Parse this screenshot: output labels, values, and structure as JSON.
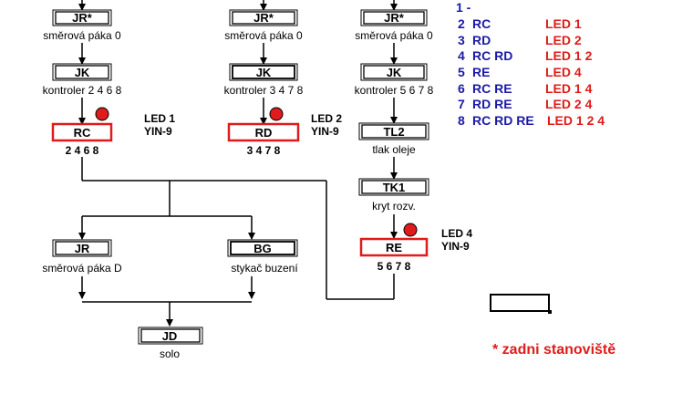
{
  "colors": {
    "red": "#e01b1b",
    "blue": "#1a1aa6",
    "line": "#000000"
  },
  "nodes": {
    "jr1": {
      "label": "JR*",
      "caption": "směrová páka 0"
    },
    "jr2": {
      "label": "JR*",
      "caption": "směrová páka 0"
    },
    "jr3": {
      "label": "JR*",
      "caption": "směrová páka 0"
    },
    "jk1": {
      "label": "JK",
      "caption": "kontroler 2 4 6 8"
    },
    "jk2": {
      "label": "JK",
      "caption": "kontroler 3 4 7 8"
    },
    "jk3": {
      "label": "JK",
      "caption": "kontroler 5 6 7 8"
    },
    "rc": {
      "label": "RC",
      "caption": "2 4 6 8",
      "led": "LED 1",
      "yin": "YIN-9"
    },
    "rd": {
      "label": "RD",
      "caption": "3 4 7 8",
      "led": "LED 2",
      "yin": "YIN-9"
    },
    "tl2": {
      "label": "TL2",
      "caption": "tlak oleje"
    },
    "tk1": {
      "label": "TK1",
      "caption": "kryt rozv."
    },
    "re": {
      "label": "RE",
      "caption": "5 6 7 8",
      "led": "LED 4",
      "yin": "YIN-9"
    },
    "jr4": {
      "label": "JR",
      "caption": "směrová páka D"
    },
    "bg": {
      "label": "BG",
      "caption": "stykač buzení"
    },
    "jd": {
      "label": "JD",
      "caption": "solo"
    }
  },
  "legend": [
    {
      "num": "1 -",
      "relay": "",
      "led": ""
    },
    {
      "num": "2",
      "relay": "RC",
      "led": "LED 1"
    },
    {
      "num": "3",
      "relay": "RD",
      "led": "LED 2"
    },
    {
      "num": "4",
      "relay": "RC RD",
      "led": "LED 1 2"
    },
    {
      "num": "5",
      "relay": "RE",
      "led": "LED 4"
    },
    {
      "num": "6",
      "relay": "RC RE",
      "led": "LED 1 4"
    },
    {
      "num": "7",
      "relay": "RD RE",
      "led": "LED 2 4"
    },
    {
      "num": "8",
      "relay": "RC RD RE",
      "led": "LED 1 2 4"
    }
  ],
  "note": "* zadni stanoviště"
}
